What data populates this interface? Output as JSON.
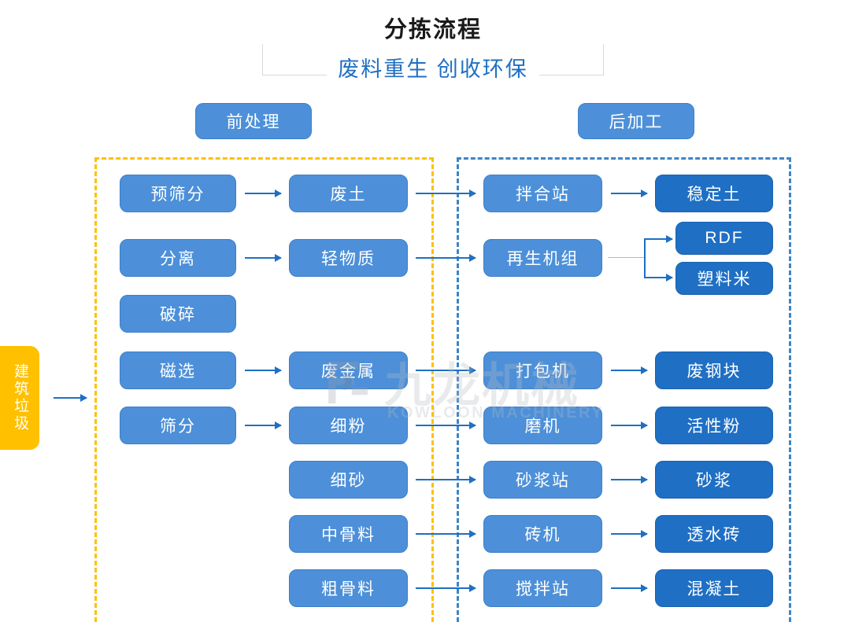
{
  "header": {
    "title": "分拣流程",
    "subtitle": "废料重生 创收环保"
  },
  "sections": {
    "pre_label": "前处理",
    "post_label": "后加工"
  },
  "input": {
    "label": "建筑垃圾"
  },
  "colors": {
    "node_light": "#4D90D9",
    "node_dark": "#1F6FC4",
    "input_yellow": "#FFC000",
    "frame_pre": "#FFC000",
    "frame_post": "#3D85C6",
    "arrow": "#1F6FC4",
    "title_text": "#1A1A1A",
    "subtitle_text": "#1F6FC4"
  },
  "watermark": {
    "cn": "九龙机械",
    "en": "KOWLOON MACHINERY"
  },
  "nodes": {
    "col1": [
      {
        "label": "预筛分"
      },
      {
        "label": "分离"
      },
      {
        "label": "破碎"
      },
      {
        "label": "磁选"
      },
      {
        "label": "筛分"
      }
    ],
    "col2": [
      {
        "label": "废土"
      },
      {
        "label": "轻物质"
      },
      {
        "label": "废金属"
      },
      {
        "label": "细粉"
      },
      {
        "label": "细砂"
      },
      {
        "label": "中骨料"
      },
      {
        "label": "粗骨料"
      }
    ],
    "col3": [
      {
        "label": "拌合站"
      },
      {
        "label": "再生机组"
      },
      {
        "label": "打包机"
      },
      {
        "label": "磨机"
      },
      {
        "label": "砂浆站"
      },
      {
        "label": "砖机"
      },
      {
        "label": "搅拌站"
      }
    ],
    "col4": [
      {
        "label": "稳定土"
      },
      {
        "label": "RDF"
      },
      {
        "label": "塑料米"
      },
      {
        "label": "废钢块"
      },
      {
        "label": "活性粉"
      },
      {
        "label": "砂浆"
      },
      {
        "label": "透水砖"
      },
      {
        "label": "混凝土"
      }
    ]
  }
}
